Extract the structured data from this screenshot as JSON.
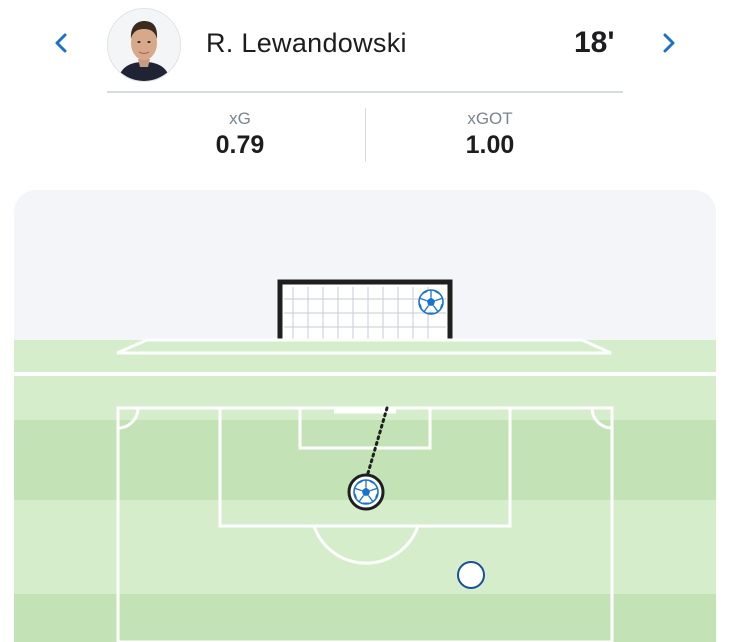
{
  "header": {
    "player_name": "R. Lewandowski",
    "minute": "18'",
    "prev_icon": "chevron-left-icon",
    "next_icon": "chevron-right-icon",
    "accent_color": "#1a73c8"
  },
  "stats": [
    {
      "label": "xG",
      "value": "0.79"
    },
    {
      "label": "xGOT",
      "value": "1.00"
    }
  ],
  "pitch": {
    "sky_color": "#f4f5f8",
    "grass_light": "#d5edcb",
    "grass_dark": "#c3e3b7",
    "ball_icon": "soccer-ball-icon"
  }
}
